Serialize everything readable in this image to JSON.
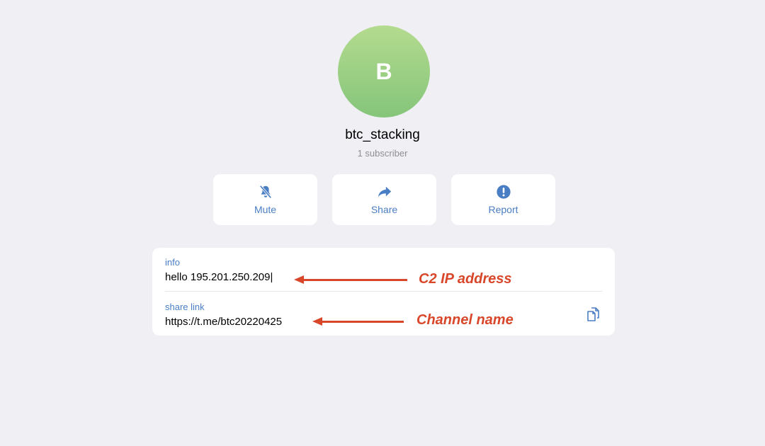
{
  "profile": {
    "avatar_letter": "B",
    "avatar_gradient": [
      "#b4db8f",
      "#84c57a"
    ],
    "name": "btc_stacking",
    "subscribers": "1 subscriber"
  },
  "actions": [
    {
      "label": "Mute",
      "icon": "bell-slash-icon"
    },
    {
      "label": "Share",
      "icon": "share-arrow-icon"
    },
    {
      "label": "Report",
      "icon": "exclamation-circle-icon"
    }
  ],
  "info_card": {
    "info_label": "info",
    "info_value": "hello 195.201.250.209|",
    "link_label": "share link",
    "link_value": "https://t.me/btc20220425",
    "copy_icon": "copy-icon"
  },
  "annotations": {
    "ip": "C2 IP address",
    "channel": "Channel name",
    "color": "#d9472b"
  },
  "accent_color": "#4a7ec4"
}
